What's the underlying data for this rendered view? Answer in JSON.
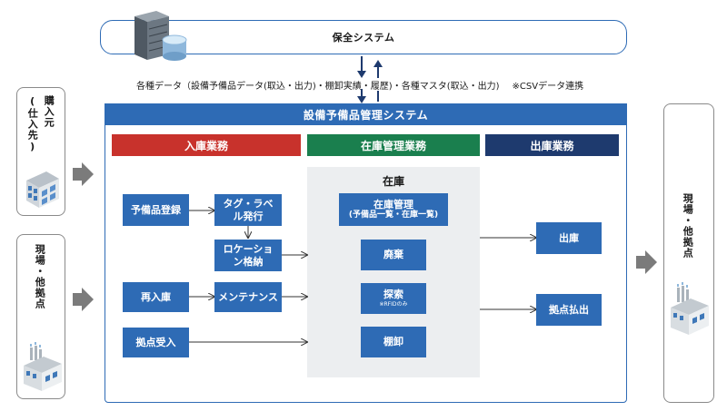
{
  "maintenance_system": {
    "label": "保全システム"
  },
  "data_exchange": {
    "text": "各種データ（設備予備品データ(取込・出力)・棚卸実績・履歴)・各種マスタ(取込・出力)",
    "note": "※CSVデータ連携"
  },
  "left_boxes": [
    {
      "label": "購入元",
      "paren": "(仕入先)"
    },
    {
      "label": "現場・他拠点"
    }
  ],
  "right_box": {
    "label": "現場・他拠点"
  },
  "main_system": {
    "title": "設備予備品管理システム"
  },
  "sections": [
    {
      "label": "入庫業務",
      "color": "#c8322c"
    },
    {
      "label": "在庫管理業務",
      "color": "#1a7f4e"
    },
    {
      "label": "出庫業務",
      "color": "#1e3a6e"
    }
  ],
  "inbound": {
    "spare_registration": "予備品登録",
    "tag_label_issue": "タグ・ラベル発行",
    "location_storage": "ロケーション格納",
    "re_entry": "再入庫",
    "maintenance": "メンテナンス",
    "site_receipt": "拠点受入"
  },
  "inventory": {
    "title": "在庫",
    "stock_management": "在庫管理",
    "stock_management_sub": "(予備品一覧・在庫一覧)",
    "disposal": "廃棄",
    "search": "探索",
    "search_note": "※RFIDのみ",
    "stocktaking": "棚卸"
  },
  "outbound": {
    "shipment": "出庫",
    "site_payout": "拠点払出"
  },
  "colors": {
    "accent": "#2e6bb5",
    "arrow": "#7b7b7b"
  }
}
